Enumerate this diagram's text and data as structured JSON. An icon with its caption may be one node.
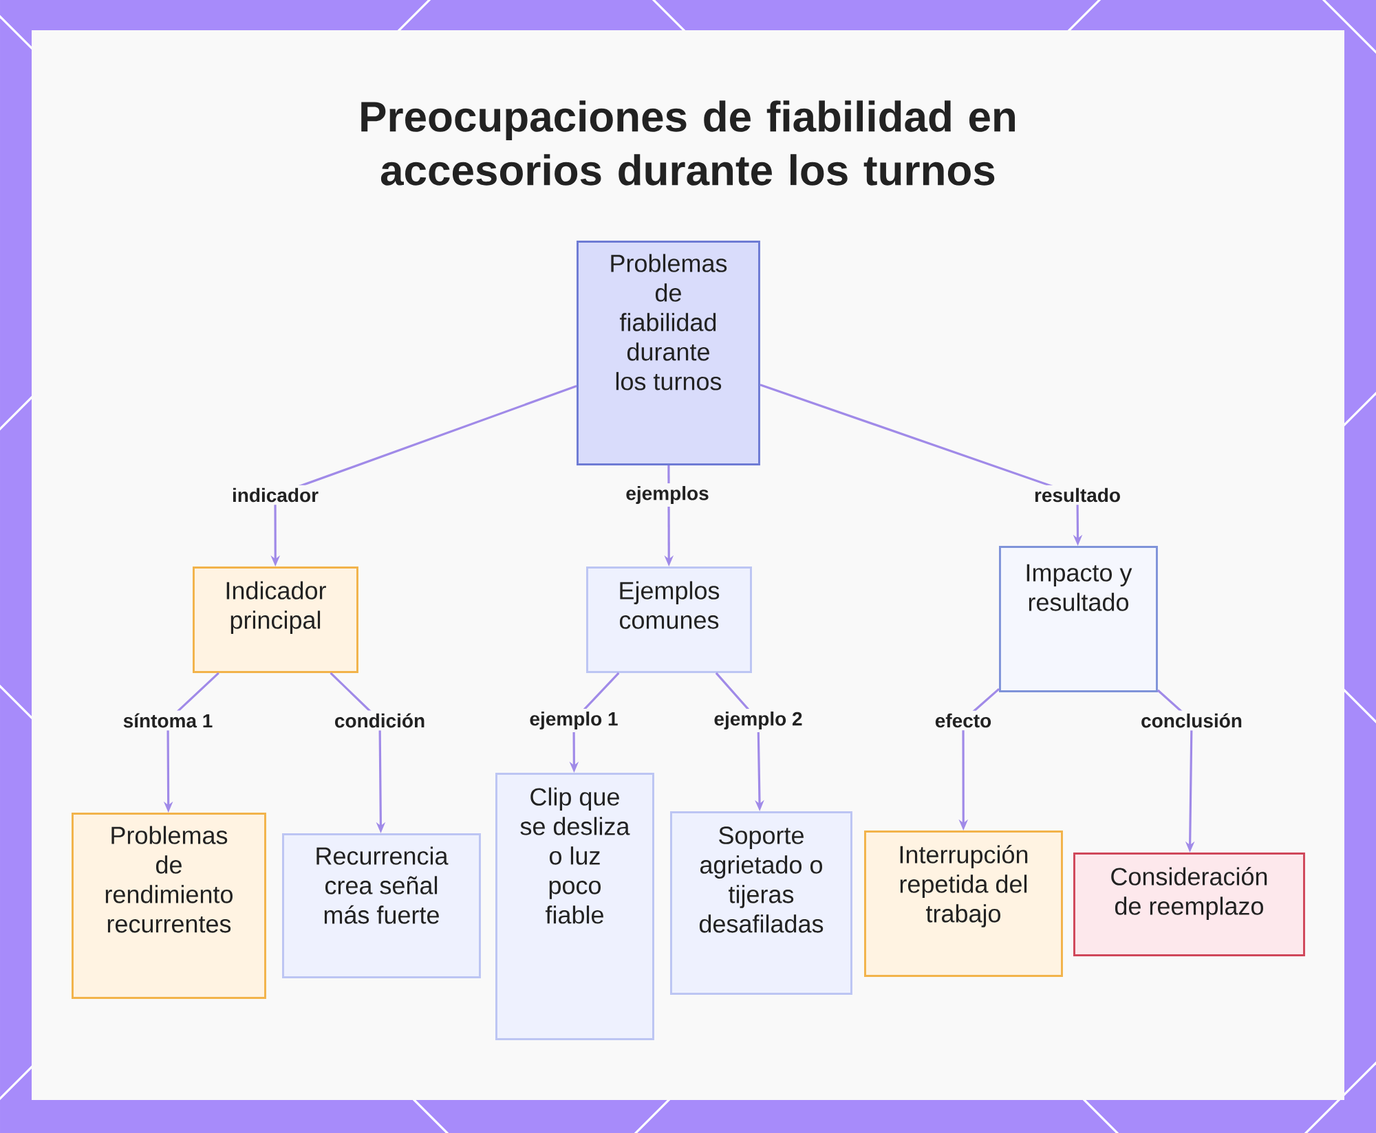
{
  "diagram": {
    "title": "Preocupaciones de fiabilidad en accesorios durante los turnos",
    "nodes": [
      {
        "text": [
          "Problemas de fiabilidad durante los turnos"
        ]
      },
      {
        "text": [
          "Indicador principal"
        ]
      },
      {
        "text": [
          "Ejemplos comunes"
        ]
      },
      {
        "text": [
          "Impacto y resultado"
        ]
      },
      {
        "text": [
          "Problemas de rendimiento recurrentes"
        ]
      },
      {
        "text": [
          "Recurrencia crea señal más fuerte"
        ]
      },
      {
        "text": [
          "Clip que se desliza o luz poco fiable"
        ]
      },
      {
        "text": [
          "Soporte agrietado o tijeras desafiladas"
        ]
      },
      {
        "text": [
          "Interrupción repetida del trabajo"
        ]
      },
      {
        "text": [
          "Consideración de reemplazo"
        ]
      }
    ],
    "edges": [
      {
        "from": 0,
        "to": 1,
        "arrow": "to",
        "label": "indicador"
      },
      {
        "from": 0,
        "to": 2,
        "arrow": "to",
        "label": "ejemplos"
      },
      {
        "from": 0,
        "to": 3,
        "arrow": "to",
        "label": "resultado"
      },
      {
        "from": 1,
        "to": 4,
        "arrow": "to",
        "label": "síntoma 1"
      },
      {
        "from": 1,
        "to": 5,
        "arrow": "to",
        "label": "condición"
      },
      {
        "from": 2,
        "to": 6,
        "arrow": "to",
        "label": "ejemplo 1"
      },
      {
        "from": 2,
        "to": 7,
        "arrow": "to",
        "label": "ejemplo 2"
      },
      {
        "from": 3,
        "to": 8,
        "arrow": "to",
        "label": "efecto"
      },
      {
        "from": 3,
        "to": 9,
        "arrow": "to",
        "label": "conclusión"
      }
    ]
  }
}
